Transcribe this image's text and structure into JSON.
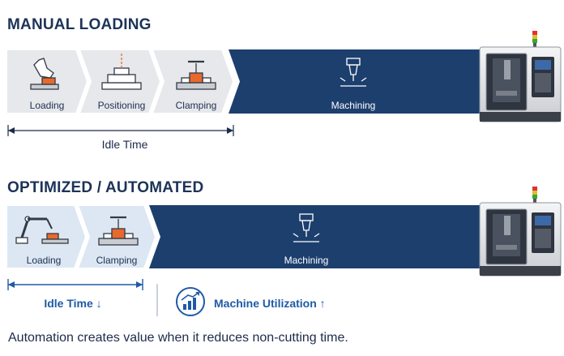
{
  "manual": {
    "title": "MANUAL LOADING",
    "steps": [
      "Loading",
      "Positioning",
      "Clamping"
    ],
    "machining": "Machining",
    "idle": "Idle Time"
  },
  "automated": {
    "title": "OPTIMIZED / AUTOMATED",
    "steps": [
      "Loading",
      "Clamping"
    ],
    "machining": "Machining",
    "idle": "Idle Time ↓",
    "utilization": "Machine Utilization ↑"
  },
  "footer": "Automation creates value when it reduces non-cutting time.",
  "colors": {
    "navy": "#1d3f6e",
    "light_step": "#e6e8eb",
    "light_step_auto": "#dce7f3",
    "accent_orange": "#e8692c",
    "blue_text": "#1f5aa6"
  },
  "icons": [
    "hand-loading-icon",
    "positioning-icon",
    "clamp-icon",
    "cnc-spindle-icon",
    "robot-arm-icon",
    "cnc-machine-icon",
    "chart-up-icon"
  ]
}
